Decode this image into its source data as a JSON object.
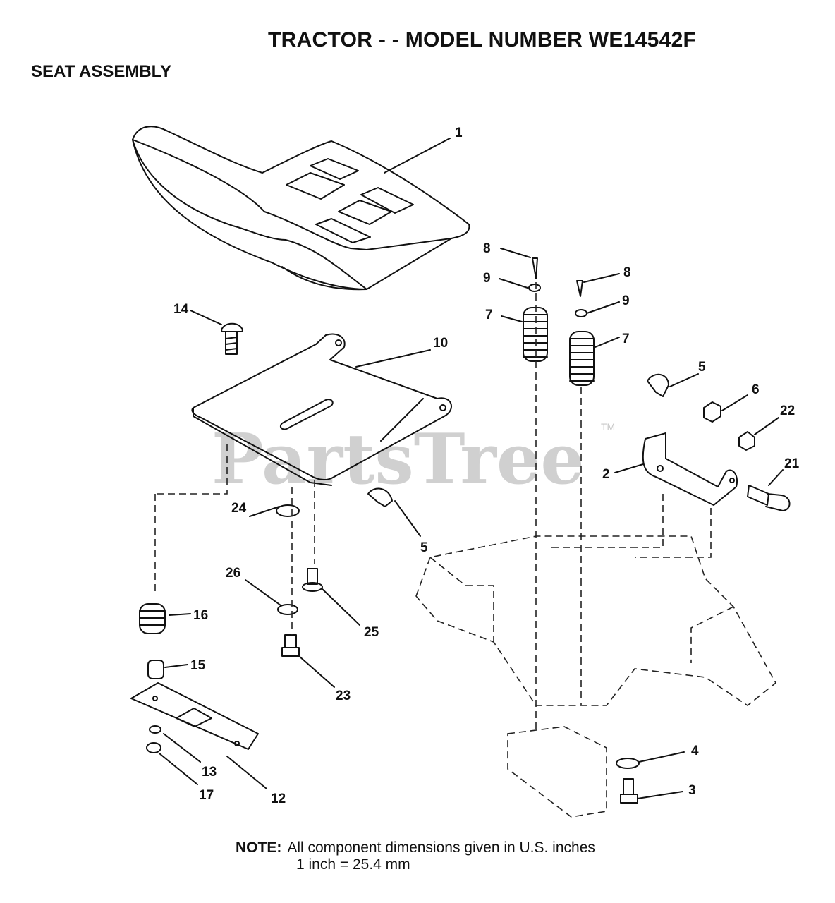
{
  "title": "TRACTOR - - MODEL NUMBER WE14542F",
  "subtitle": "SEAT ASSEMBLY",
  "watermark": "PartsTree",
  "watermark_tm": "TM",
  "callouts": [
    "1",
    "8",
    "9",
    "7",
    "8",
    "9",
    "7",
    "14",
    "10",
    "5",
    "6",
    "22",
    "2",
    "21",
    "24",
    "5",
    "26",
    "25",
    "16",
    "15",
    "23",
    "4",
    "3",
    "13",
    "12",
    "17"
  ],
  "note": {
    "label": "NOTE:",
    "line1": "All component dimensions given in U.S. inches",
    "line2": "1 inch = 25.4 mm"
  }
}
